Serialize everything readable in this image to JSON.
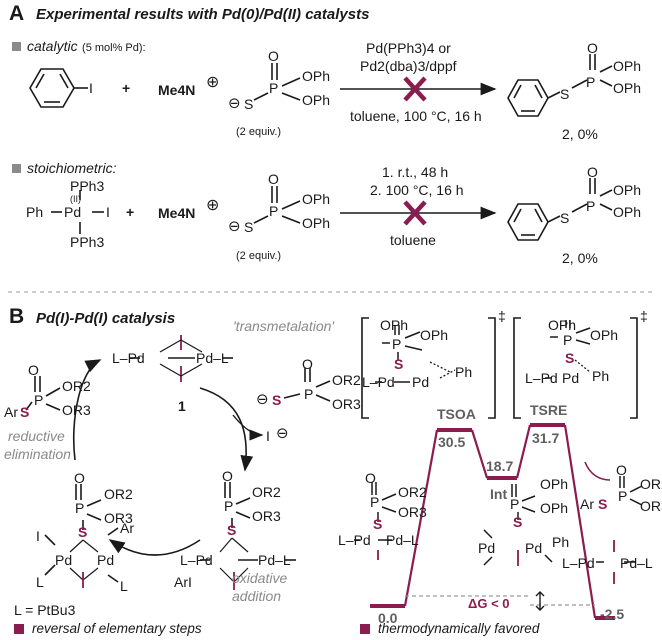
{
  "panel_a": {
    "label": "A",
    "title": "Experimental results with Pd(0)/Pd(II) catalysts",
    "catalytic": {
      "label": "catalytic",
      "loading": "(5 mol% Pd):",
      "reagent1": "Pd(PPh3)4 or",
      "reagent2": "Pd2(dba)3/dppf",
      "conditions": "toluene, 100 °C, 16 h",
      "cation": "Me4N",
      "equiv": "(2 equiv.)",
      "product": "2, 0%"
    },
    "stoichiometric": {
      "label": "stoichiometric:",
      "step1": "1. r.t., 48 h",
      "step2": "2. 100 °C, 16 h",
      "solvent": "toluene",
      "cation": "Me4N",
      "equiv": "(2 equiv.)",
      "product": "2, 0%"
    },
    "groups": {
      "OPh": "OPh",
      "PPh3": "PPh3",
      "Ph": "Ph",
      "I": "I",
      "Pd": "Pd",
      "S": "S",
      "P": "P",
      "O": "O",
      "ox": "(II)"
    }
  },
  "panel_b": {
    "label": "B",
    "title": "Pd(I)-Pd(I) catalysis",
    "cycle": {
      "transmetalation": "'transmetalation'",
      "reductive": "reductive",
      "elimination": "elimination",
      "oxidative": "oxidative",
      "addition": "addition",
      "catalyst_number": "1",
      "ligand_def": "L = PtBu3",
      "ArI": "ArI",
      "iodide": "I",
      "OR2": "OR2",
      "OR3": "OR3",
      "ArS": "Ar"
    },
    "profile": {
      "ts_oa": "TSOA",
      "ts_re": "TSRE",
      "int": "Int",
      "values": [
        "0.0",
        "30.5",
        "18.7",
        "31.7",
        "-2.5"
      ],
      "dg": "ΔG < 0",
      "dagger": "‡"
    },
    "legend": {
      "left": "reversal of elementary steps",
      "right": "thermodynamically favored"
    }
  },
  "colors": {
    "accent": "#8a1c4f",
    "grey": "#8a8a8a",
    "text": "#1a1a1a"
  }
}
